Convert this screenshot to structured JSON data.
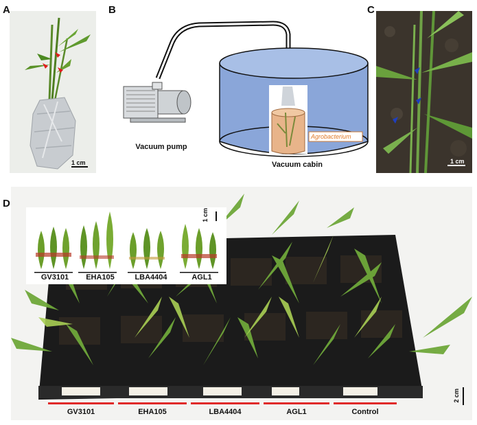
{
  "panels": {
    "a": {
      "letter": "A",
      "scale": "1 cm"
    },
    "b": {
      "letter": "B",
      "pump_label": "Vacuum pump",
      "cabin_label": "Vacuum cabin",
      "agro_label": "Agrobacterium"
    },
    "c": {
      "letter": "C",
      "scale": "1 cm"
    },
    "d": {
      "letter": "D",
      "inset_scale": "1 cm",
      "inset_groups": [
        "GV3101",
        "EHA105",
        "LBA4404",
        "AGL1"
      ],
      "tray_groups": [
        "GV3101",
        "EHA105",
        "LBA4404",
        "AGL1",
        "Control"
      ],
      "scale": "2 cm"
    }
  },
  "colors": {
    "marker_red": "#e01e1e",
    "marker_blue": "#1f3fbf",
    "cabin_blue": "#8aa6d9",
    "underline_red": "#e02a2a"
  }
}
